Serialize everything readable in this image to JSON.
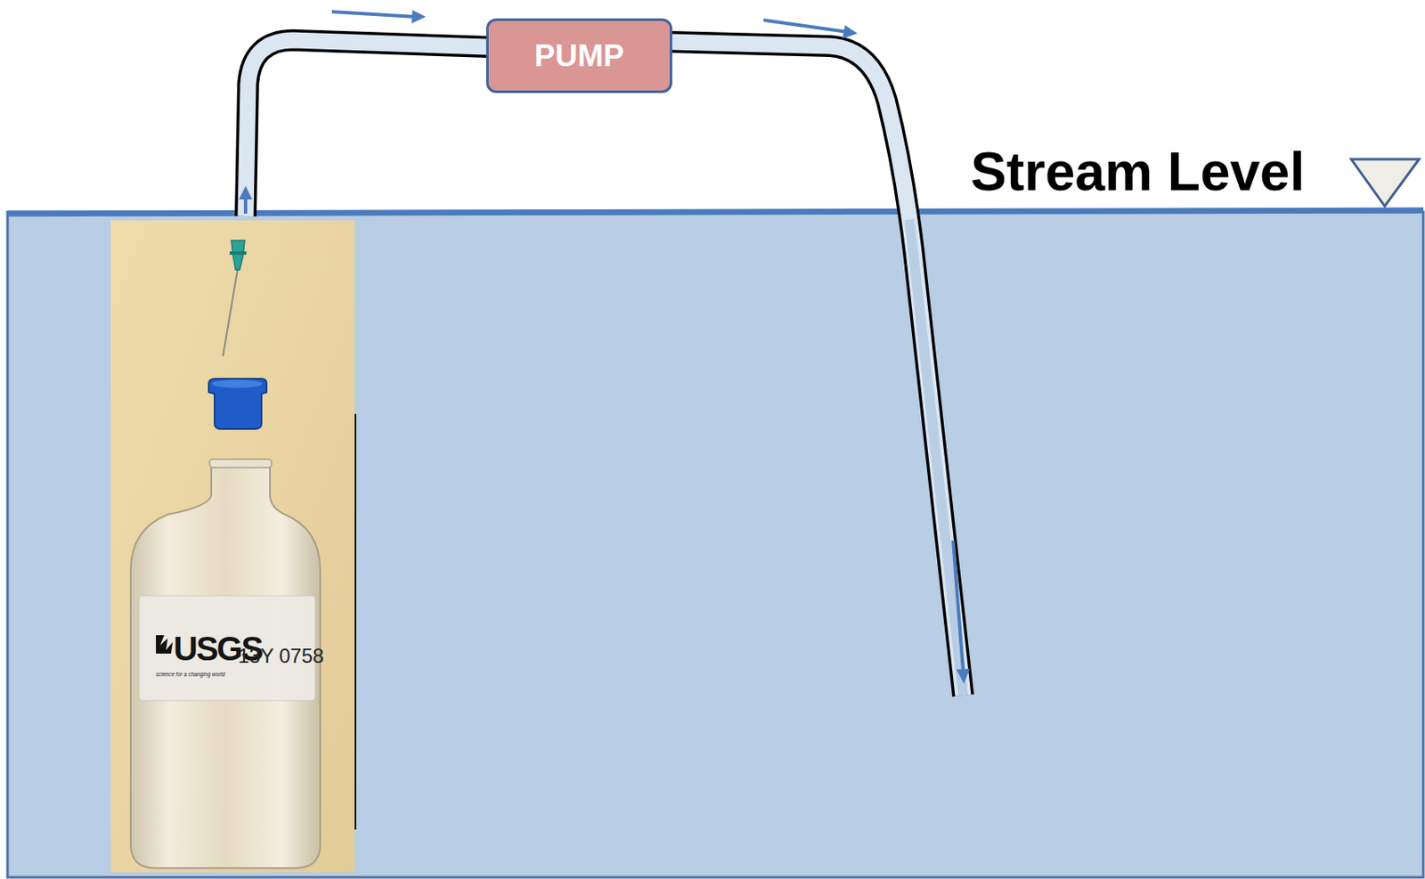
{
  "diagram": {
    "nodes": [
      {
        "text": [
          "PUMP"
        ]
      }
    ],
    "labels": [
      "Stream Level",
      "USGS",
      "13Y 0758",
      "science for a changing world"
    ]
  }
}
